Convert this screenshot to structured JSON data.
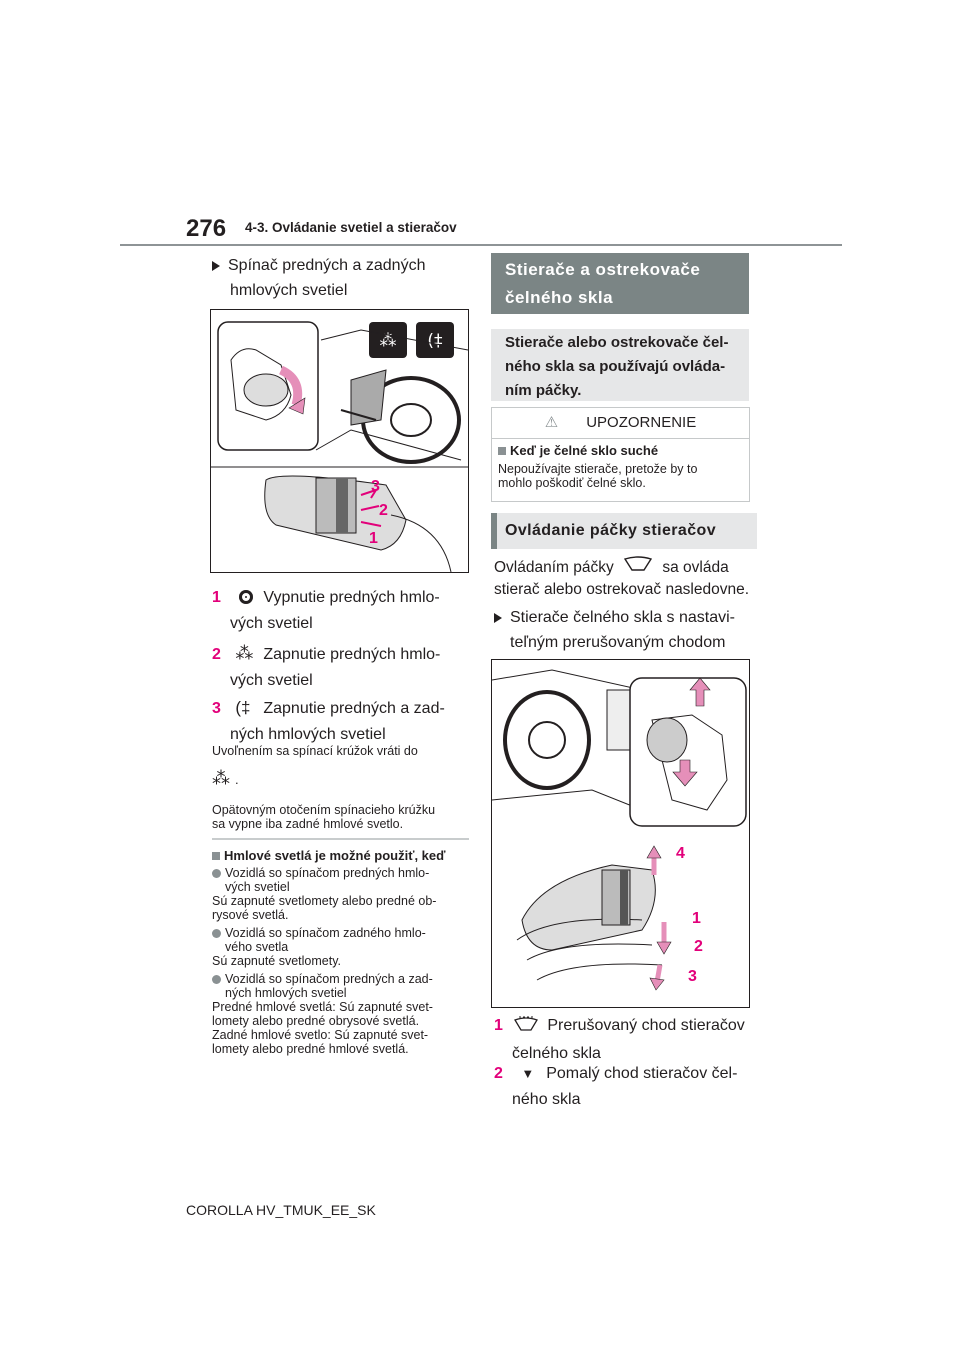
{
  "header": {
    "page_number": "276",
    "section": "4-3. Ovládanie svetiel a stieračov"
  },
  "footer": {
    "model": "COROLLA HV_TMUK_EE_SK"
  },
  "left": {
    "heading_line1": "Spínač predných a zadných",
    "heading_line2": "hmlových svetiel",
    "figure_callouts": [
      "3",
      "2",
      "1"
    ],
    "items": [
      {
        "num": "1",
        "icon": "fog-off-icon",
        "line1": "Vypnutie predných hmlo-",
        "line2": "vých svetiel"
      },
      {
        "num": "2",
        "icon": "front-fog-icon",
        "line1": "Zapnutie predných hmlo-",
        "line2": "vých svetiel"
      },
      {
        "num": "3",
        "icon": "rear-fog-icon",
        "line1": "Zapnutie predných a zad-",
        "line2": "ných hmlových svetiel"
      }
    ],
    "release_text": "Uvoľnením sa spínací krúžok vráti do",
    "release_suffix": ".",
    "repeat_line1": "Opätovným otočením spínacieho krúžku",
    "repeat_line2": "sa vypne iba zadné hmlové svetlo.",
    "note_head": "Hmlové svetlá je možné použiť, keď",
    "notes": [
      {
        "bullet": "Vozidlá so spínačom predných hmlo-",
        "bullet2": "vých svetiel",
        "text1": "Sú zapnuté svetlomety alebo predné ob-",
        "text2": "rysové svetlá."
      },
      {
        "bullet": "Vozidlá so spínačom zadného hmlo-",
        "bullet2": "vého svetla",
        "text1": "Sú zapnuté svetlomety.",
        "text2": ""
      },
      {
        "bullet": "Vozidlá so spínačom predných a zad-",
        "bullet2": "ných hmlových svetiel",
        "text1": "Predné hmlové svetlá: Sú zapnuté svet-",
        "text2": "lomety alebo predné obrysové svetlá.",
        "text3": "Zadné hmlové svetlo: Sú zapnuté svet-",
        "text4": "lomety alebo predné hmlové svetlá."
      }
    ]
  },
  "right": {
    "banner_line1": "Stierače a ostrekovače",
    "banner_line2": "čelného skla",
    "intro_line1": "Stierače alebo ostrekovače čel-",
    "intro_line2": "ného skla sa používajú ovláda-",
    "intro_line3": "ním páčky.",
    "warning_title": "UPOZORNENIE",
    "warning_head": "Keď je čelné sklo suché",
    "warning_line1": "Nepoužívajte stierače, pretože by to",
    "warning_line2": "mohlo poškodiť čelné sklo.",
    "banner2": "Ovládanie páčky stieračov",
    "para_a": "Ovládaním páčky",
    "para_b": "sa ovláda",
    "para_line2": "stierač alebo ostrekovač nasledovne.",
    "bullet_line1": "Stierače čelného skla s nastavi-",
    "bullet_line2": "teľným prerušovaným chodom",
    "figure_callouts": [
      "4",
      "1",
      "2",
      "3"
    ],
    "items": [
      {
        "num": "1",
        "icon": "wiper-intermittent-icon",
        "line1": "Prerušovaný chod stieračov",
        "line2": "čelného skla"
      },
      {
        "num": "2",
        "icon": "down-triangle-icon",
        "line1": "Pomalý chod stieračov čel-",
        "line2": "ného skla"
      }
    ]
  },
  "colors": {
    "accent_magenta": "#e2007a",
    "banner_gray": "#7b8585",
    "box_gray": "#e6e7e8"
  }
}
